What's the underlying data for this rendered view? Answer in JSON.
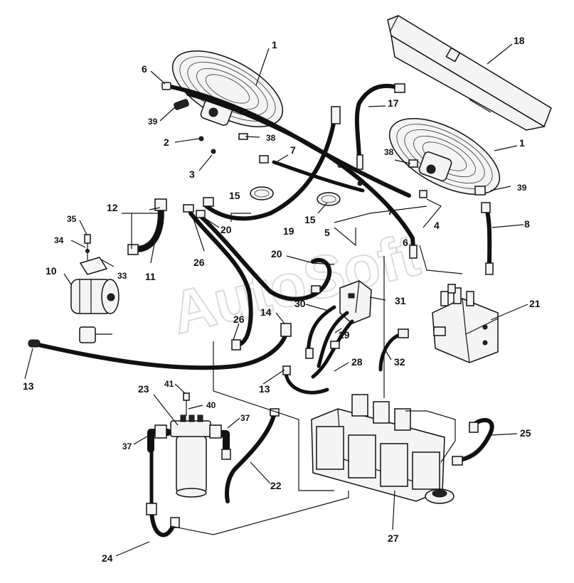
{
  "diagram": {
    "watermark": "AutoSoft",
    "callouts": {
      "c1a": "1",
      "c1b": "1",
      "c2": "2",
      "c3a": "3",
      "c3b": "3",
      "c4": "4",
      "c5": "5",
      "c6a": "6",
      "c6b": "6",
      "c7a": "7",
      "c7b": "7",
      "c8": "8",
      "c10": "10",
      "c11": "11",
      "c12": "12",
      "c13a": "13",
      "c13b": "13",
      "c14": "14",
      "c15a": "15",
      "c15b": "15",
      "c17": "17",
      "c18": "18",
      "c19": "19",
      "c20a": "20",
      "c20b": "20",
      "c21": "21",
      "c22": "22",
      "c23": "23",
      "c24": "24",
      "c25": "25",
      "c26a": "26",
      "c26b": "26",
      "c27": "27",
      "c28": "28",
      "c29": "29",
      "c30": "30",
      "c31": "31",
      "c32": "32",
      "c33": "33",
      "c34": "34",
      "c35": "35",
      "c37a": "37",
      "c37b": "37",
      "c38a": "38",
      "c38b": "38",
      "c39a": "39",
      "c39b": "39",
      "c40": "40",
      "c41": "41"
    }
  }
}
